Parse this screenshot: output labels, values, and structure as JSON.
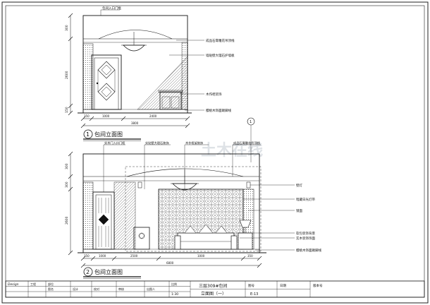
{
  "watermark": {
    "text": "土木在线"
  },
  "elevation_1": {
    "number": "1",
    "title": "包间立面图",
    "labels": {
      "top_door": "包间入口门框",
      "right_1": "成品石膏雕花吊顶线",
      "right_2": "墙贴壁大理石护墙板",
      "right_3": "木作柜装饰",
      "right_4": "樱桃木饰面踢脚线"
    },
    "dims_left": [
      "300",
      "2600",
      "150"
    ],
    "dims_bottom": [
      "350",
      "1000",
      "2400"
    ],
    "total_width": "3800"
  },
  "elevation_2": {
    "number": "2",
    "title": "包间立面图",
    "labels": {
      "top_1": "实木门入口门框",
      "top_2": "实贴壁大理石装饰",
      "top_3": "木作框架装饰",
      "top_4": "成品石膏雕花吊顶线",
      "right_1": "壁灯",
      "right_2": "暗藏日光灯带",
      "right_3": "镜面",
      "right_4": "软包装饰背景",
      "right_5": "实木装饰饰面",
      "right_6": "樱桃木饰面踢脚线"
    },
    "dims_left": [
      "300",
      "300",
      "2600"
    ],
    "dims_bottom": [
      "350",
      "1000",
      "2500",
      "1000",
      "350"
    ],
    "total_width": "6800"
  },
  "title_block": {
    "company": "Design",
    "cells": [
      "工程",
      "部位",
      "图名",
      "设计",
      "校对",
      "审核",
      "出图人"
    ],
    "scale_label": "比例",
    "scale_value": "1:30",
    "drawing_title_line1": "三层309#包间",
    "drawing_title_line2": "立面图（一）",
    "sheet_label": "图号",
    "sheet_value": "E-13",
    "date_label": "日期",
    "version_label": "版本号"
  }
}
